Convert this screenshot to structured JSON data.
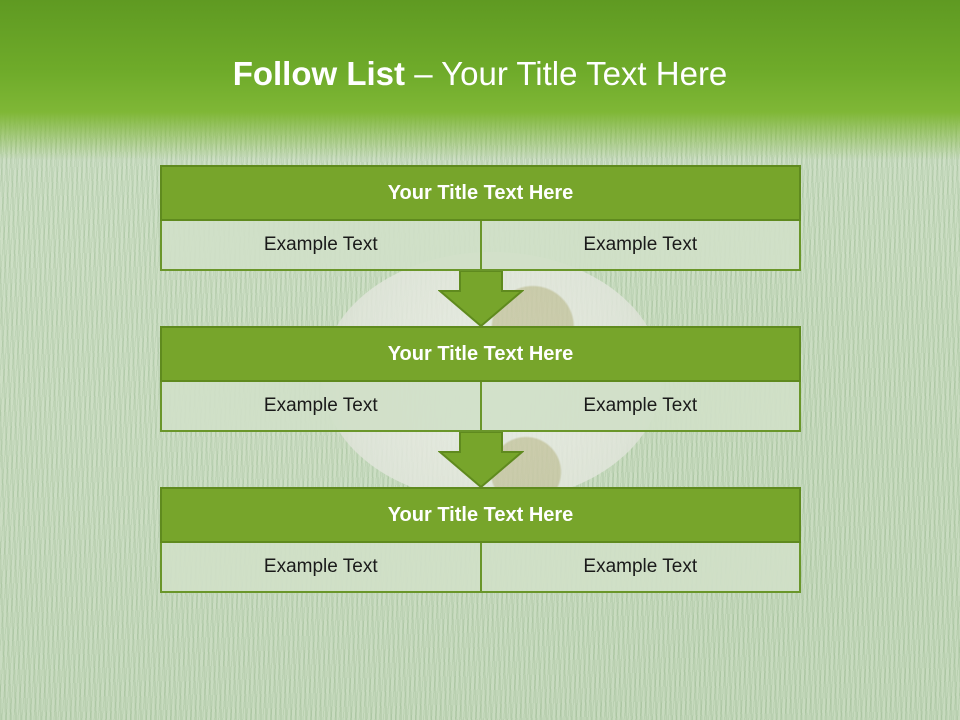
{
  "slide": {
    "title_bold": "Follow List",
    "title_rest": "– Your Title Text Here"
  },
  "steps": [
    {
      "title": "Your Title Text Here",
      "left": "Example Text",
      "right": "Example Text"
    },
    {
      "title": "Your Title Text Here",
      "left": "Example Text",
      "right": "Example Text"
    },
    {
      "title": "Your Title Text Here",
      "left": "Example Text",
      "right": "Example Text"
    }
  ],
  "colors": {
    "header_green": "#6fab2a",
    "title_bar": "#77a52b",
    "cell_fill": "#d0e0c8",
    "arrow": "#77a52b"
  }
}
